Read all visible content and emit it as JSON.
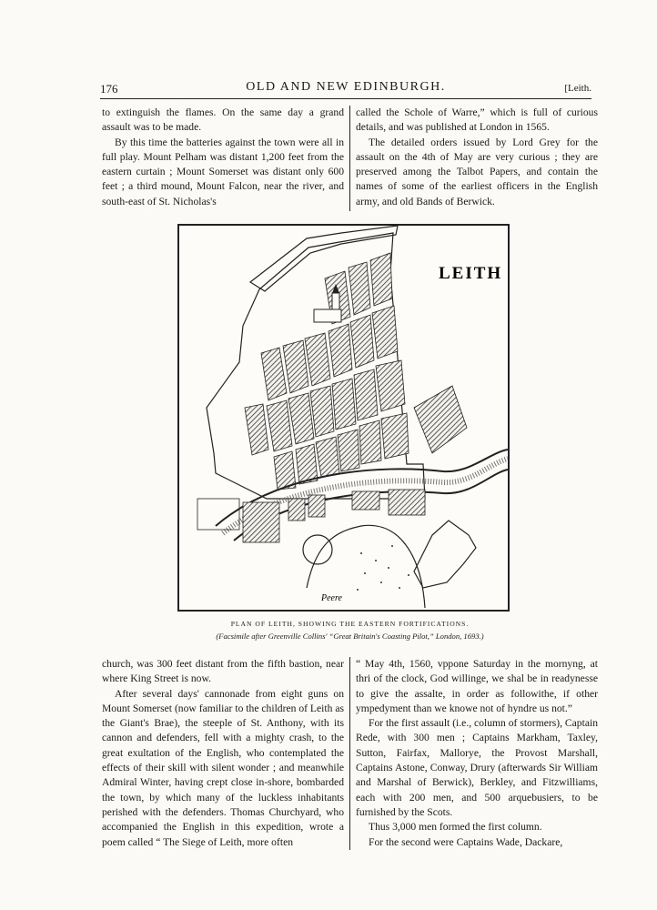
{
  "header": {
    "page_number": "176",
    "title": "OLD AND NEW EDINBURGH.",
    "running_head": "[Leith."
  },
  "column_left_top": [
    "to extinguish the flames. On the same day a grand assault was to be made.",
    "By this time the batteries against the town were all in full play. Mount Pelham was distant 1,200 feet from the eastern curtain ; Mount Somerset was distant only 600 feet ; a third mound, Mount Falcon, near the river, and south-east of St. Nicholas's"
  ],
  "column_right_top": [
    "called the Schole of Warre,” which is full of curious details, and was published at London in 1565.",
    "The detailed orders issued by Lord Grey for the assault on the 4th of May are very curious ; they are preserved among the Talbot Papers, and contain the names of some of the earliest officers in the English army, and old Bands of Berwick."
  ],
  "figure": {
    "map_title": "LEITH",
    "map_label_peere": "Peere",
    "caption_main": "PLAN OF LEITH, SHOWING THE EASTERN FORTIFICATIONS.",
    "caption_sub": "(Facsimile after Greenville Collins' “Great Britain's Coasting Pilot,” London, 1693.)"
  },
  "column_left_bottom": [
    "church, was 300 feet distant from the fifth bastion, near where King Street is now.",
    "After several days' cannonade from eight guns on Mount Somerset (now familiar to the children of Leith as the Giant's Brae), the steeple of St. Anthony, with its cannon and defenders, fell with a mighty crash, to the great exultation of the English, who contemplated the effects of their skill with silent wonder ; and meanwhile Admiral Winter, having crept close in-shore, bombarded the town, by which many of the luckless inhabitants perished with the defenders. Thomas Churchyard, who accompanied the English in this expedition, wrote a poem called “ The Siege of Leith, more often"
  ],
  "column_right_bottom": [
    "“ May 4th, 1560, vppone Saturday in the mornyng, at thri of the clock, God willinge, we shal be in readynesse to give the assalte, in order as followithe, if other ympedyment than we knowe not of hyndre us not.”",
    "For the first assault (i.e., column of stormers), Captain Rede, with 300 men ; Captains Markham, Taxley, Sutton, Fairfax, Mallorye, the Provost Marshall, Captains Astone, Conway, Drury (afterwards Sir William and Marshal of Berwick), Berkley, and Fitzwilliams, each with 200 men, and 500 arquebusiers, to be furnished by the Scots.",
    "Thus 3,000 men formed the first column.",
    "For the second were Captains Wade, Dackare,"
  ]
}
